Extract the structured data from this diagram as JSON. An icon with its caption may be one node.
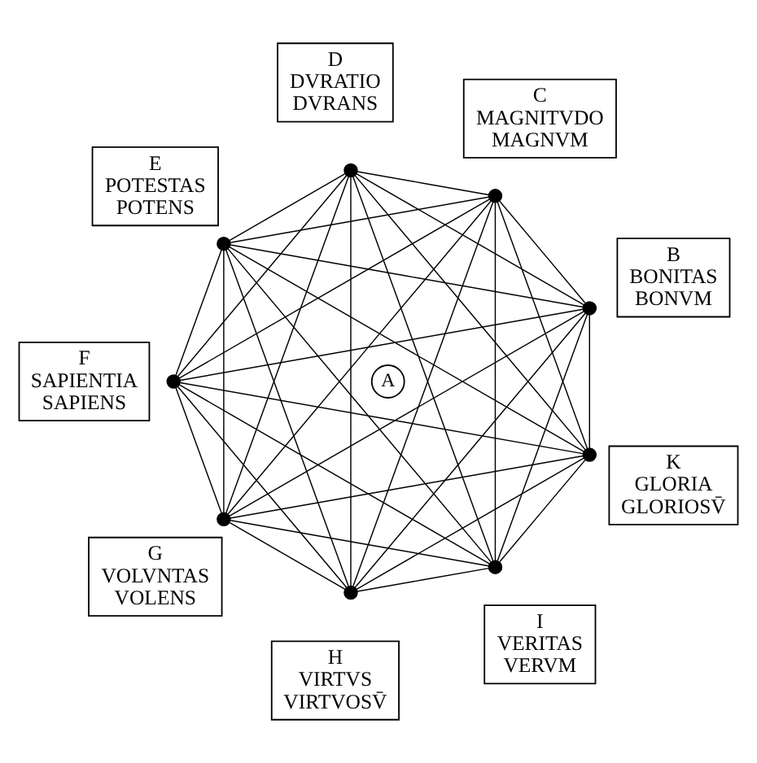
{
  "diagram": {
    "nodes": [
      {
        "text": [
          "A"
        ]
      },
      {
        "text": [
          "B",
          "BONITAS",
          "BONVM"
        ]
      },
      {
        "text": [
          "C",
          "MAGNITVDO",
          "MAGNVM"
        ]
      },
      {
        "text": [
          "D",
          "DVRATIO",
          "DVRANS"
        ]
      },
      {
        "text": [
          "E",
          "POTESTAS",
          "POTENS"
        ]
      },
      {
        "text": [
          "F",
          "SAPIENTIA",
          "SAPIENS"
        ]
      },
      {
        "text": [
          "G",
          "VOLVNTAS",
          "VOLENS"
        ]
      },
      {
        "text": [
          "H",
          "VIRTVS",
          "VIRTVOSV̄"
        ]
      },
      {
        "text": [
          "I",
          "VERITAS",
          "VERVM"
        ]
      },
      {
        "text": [
          "K",
          "GLORIA",
          "GLORIOSV̄"
        ]
      },
      {
        "text": [],
        "shape": "circle"
      },
      {
        "text": [],
        "shape": "circle"
      },
      {
        "text": [],
        "shape": "circle"
      },
      {
        "text": [],
        "shape": "circle"
      },
      {
        "text": [],
        "shape": "circle"
      },
      {
        "text": [],
        "shape": "circle"
      },
      {
        "text": [],
        "shape": "circle"
      },
      {
        "text": [],
        "shape": "circle"
      },
      {
        "text": [],
        "shape": "circle"
      }
    ],
    "edges": [
      {
        "from": 10,
        "to": 11,
        "arrow": "none"
      },
      {
        "from": 10,
        "to": 12,
        "arrow": "none"
      },
      {
        "from": 10,
        "to": 13,
        "arrow": "none"
      },
      {
        "from": 10,
        "to": 14,
        "arrow": "none"
      },
      {
        "from": 10,
        "to": 15,
        "arrow": "none"
      },
      {
        "from": 10,
        "to": 16,
        "arrow": "none"
      },
      {
        "from": 10,
        "to": 17,
        "arrow": "none"
      },
      {
        "from": 10,
        "to": 18,
        "arrow": "none"
      },
      {
        "from": 11,
        "to": 12,
        "arrow": "none"
      },
      {
        "from": 11,
        "to": 13,
        "arrow": "none"
      },
      {
        "from": 11,
        "to": 14,
        "arrow": "none"
      },
      {
        "from": 11,
        "to": 15,
        "arrow": "none"
      },
      {
        "from": 11,
        "to": 16,
        "arrow": "none"
      },
      {
        "from": 11,
        "to": 17,
        "arrow": "none"
      },
      {
        "from": 11,
        "to": 18,
        "arrow": "none"
      },
      {
        "from": 12,
        "to": 13,
        "arrow": "none"
      },
      {
        "from": 12,
        "to": 14,
        "arrow": "none"
      },
      {
        "from": 12,
        "to": 15,
        "arrow": "none"
      },
      {
        "from": 12,
        "to": 16,
        "arrow": "none"
      },
      {
        "from": 12,
        "to": 17,
        "arrow": "none"
      },
      {
        "from": 12,
        "to": 18,
        "arrow": "none"
      },
      {
        "from": 13,
        "to": 14,
        "arrow": "none"
      },
      {
        "from": 13,
        "to": 15,
        "arrow": "none"
      },
      {
        "from": 13,
        "to": 16,
        "arrow": "none"
      },
      {
        "from": 13,
        "to": 17,
        "arrow": "none"
      },
      {
        "from": 13,
        "to": 18,
        "arrow": "none"
      },
      {
        "from": 14,
        "to": 15,
        "arrow": "none"
      },
      {
        "from": 14,
        "to": 16,
        "arrow": "none"
      },
      {
        "from": 14,
        "to": 17,
        "arrow": "none"
      },
      {
        "from": 14,
        "to": 18,
        "arrow": "none"
      },
      {
        "from": 15,
        "to": 16,
        "arrow": "none"
      },
      {
        "from": 15,
        "to": 17,
        "arrow": "none"
      },
      {
        "from": 15,
        "to": 18,
        "arrow": "none"
      },
      {
        "from": 16,
        "to": 17,
        "arrow": "none"
      },
      {
        "from": 16,
        "to": 18,
        "arrow": "none"
      },
      {
        "from": 17,
        "to": 18,
        "arrow": "none"
      }
    ]
  }
}
